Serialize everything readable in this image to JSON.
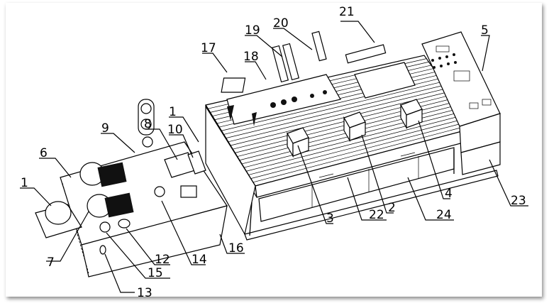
{
  "diagram": {
    "type": "isometric technical drawing",
    "labels": [
      {
        "id": "label-1a",
        "text": "1"
      },
      {
        "id": "label-6",
        "text": "6"
      },
      {
        "id": "label-7",
        "text": "7"
      },
      {
        "id": "label-9",
        "text": "9"
      },
      {
        "id": "label-8",
        "text": "8"
      },
      {
        "id": "label-10",
        "text": "10"
      },
      {
        "id": "label-1b",
        "text": "1"
      },
      {
        "id": "label-17",
        "text": "17"
      },
      {
        "id": "label-18",
        "text": "18"
      },
      {
        "id": "label-19",
        "text": "19"
      },
      {
        "id": "label-20",
        "text": "20"
      },
      {
        "id": "label-21",
        "text": "21"
      },
      {
        "id": "label-5",
        "text": "5"
      },
      {
        "id": "label-3",
        "text": "3"
      },
      {
        "id": "label-22",
        "text": "22"
      },
      {
        "id": "label-2",
        "text": "2"
      },
      {
        "id": "label-4",
        "text": "4"
      },
      {
        "id": "label-24",
        "text": "24"
      },
      {
        "id": "label-23",
        "text": "23"
      },
      {
        "id": "label-12",
        "text": "12"
      },
      {
        "id": "label-14",
        "text": "14"
      },
      {
        "id": "label-15",
        "text": "15"
      },
      {
        "id": "label-13",
        "text": "13"
      },
      {
        "id": "label-16",
        "text": "16"
      }
    ]
  }
}
